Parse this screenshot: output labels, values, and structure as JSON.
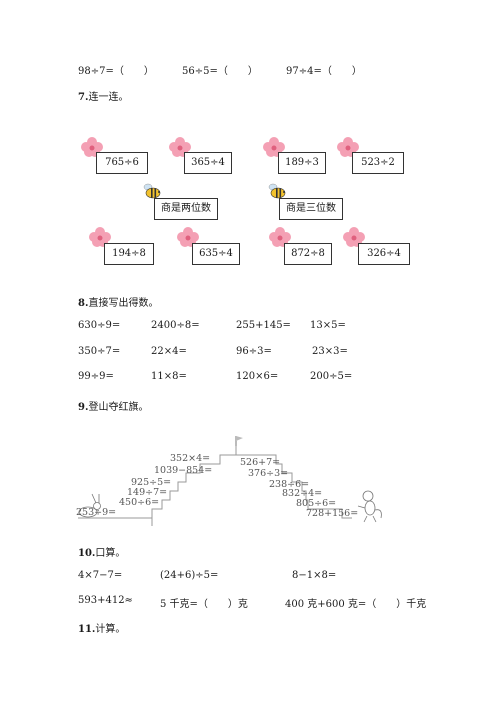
{
  "top_row": [
    "98÷7=（　　）",
    "56÷5=（　　）",
    "97÷4=（　　）"
  ],
  "q7": {
    "num": "7.",
    "title": "连一连。"
  },
  "connect": {
    "top": [
      "765÷6",
      "365÷4",
      "189÷3",
      "523÷2"
    ],
    "middle": [
      "商是两位数",
      "商是三位数"
    ],
    "bottom": [
      "194÷8",
      "635÷4",
      "872÷8",
      "326÷4"
    ]
  },
  "q8": {
    "num": "8.",
    "title": "直接写出得数。",
    "rows": [
      [
        "630÷9=",
        "2400÷8=",
        "255+145=",
        "13×5="
      ],
      [
        "350÷7=",
        "22×4=",
        "96÷3=",
        "23×3="
      ],
      [
        "99÷9=",
        "11×8=",
        "120×6=",
        "200÷5="
      ]
    ]
  },
  "q9": {
    "num": "9.",
    "title": "登山夺红旗。",
    "left_steps": [
      "253÷9=",
      "450÷6=",
      "149÷7=",
      "925÷5=",
      "1039−854=",
      "352×4="
    ],
    "right_steps": [
      "526+7=",
      "376÷3=",
      "238÷6=",
      "832÷4=",
      "805÷6=",
      "728+156="
    ]
  },
  "q10": {
    "num": "10.",
    "title": "口算。",
    "row1": [
      "4×7−7=",
      "(24+6)÷5=",
      "8−1×8="
    ],
    "row2": [
      "593+412≈",
      "5 千克=（　　）克",
      "400 克+600 克=（　　）千克"
    ]
  },
  "q11": {
    "num": "11.",
    "title": "计算。"
  }
}
